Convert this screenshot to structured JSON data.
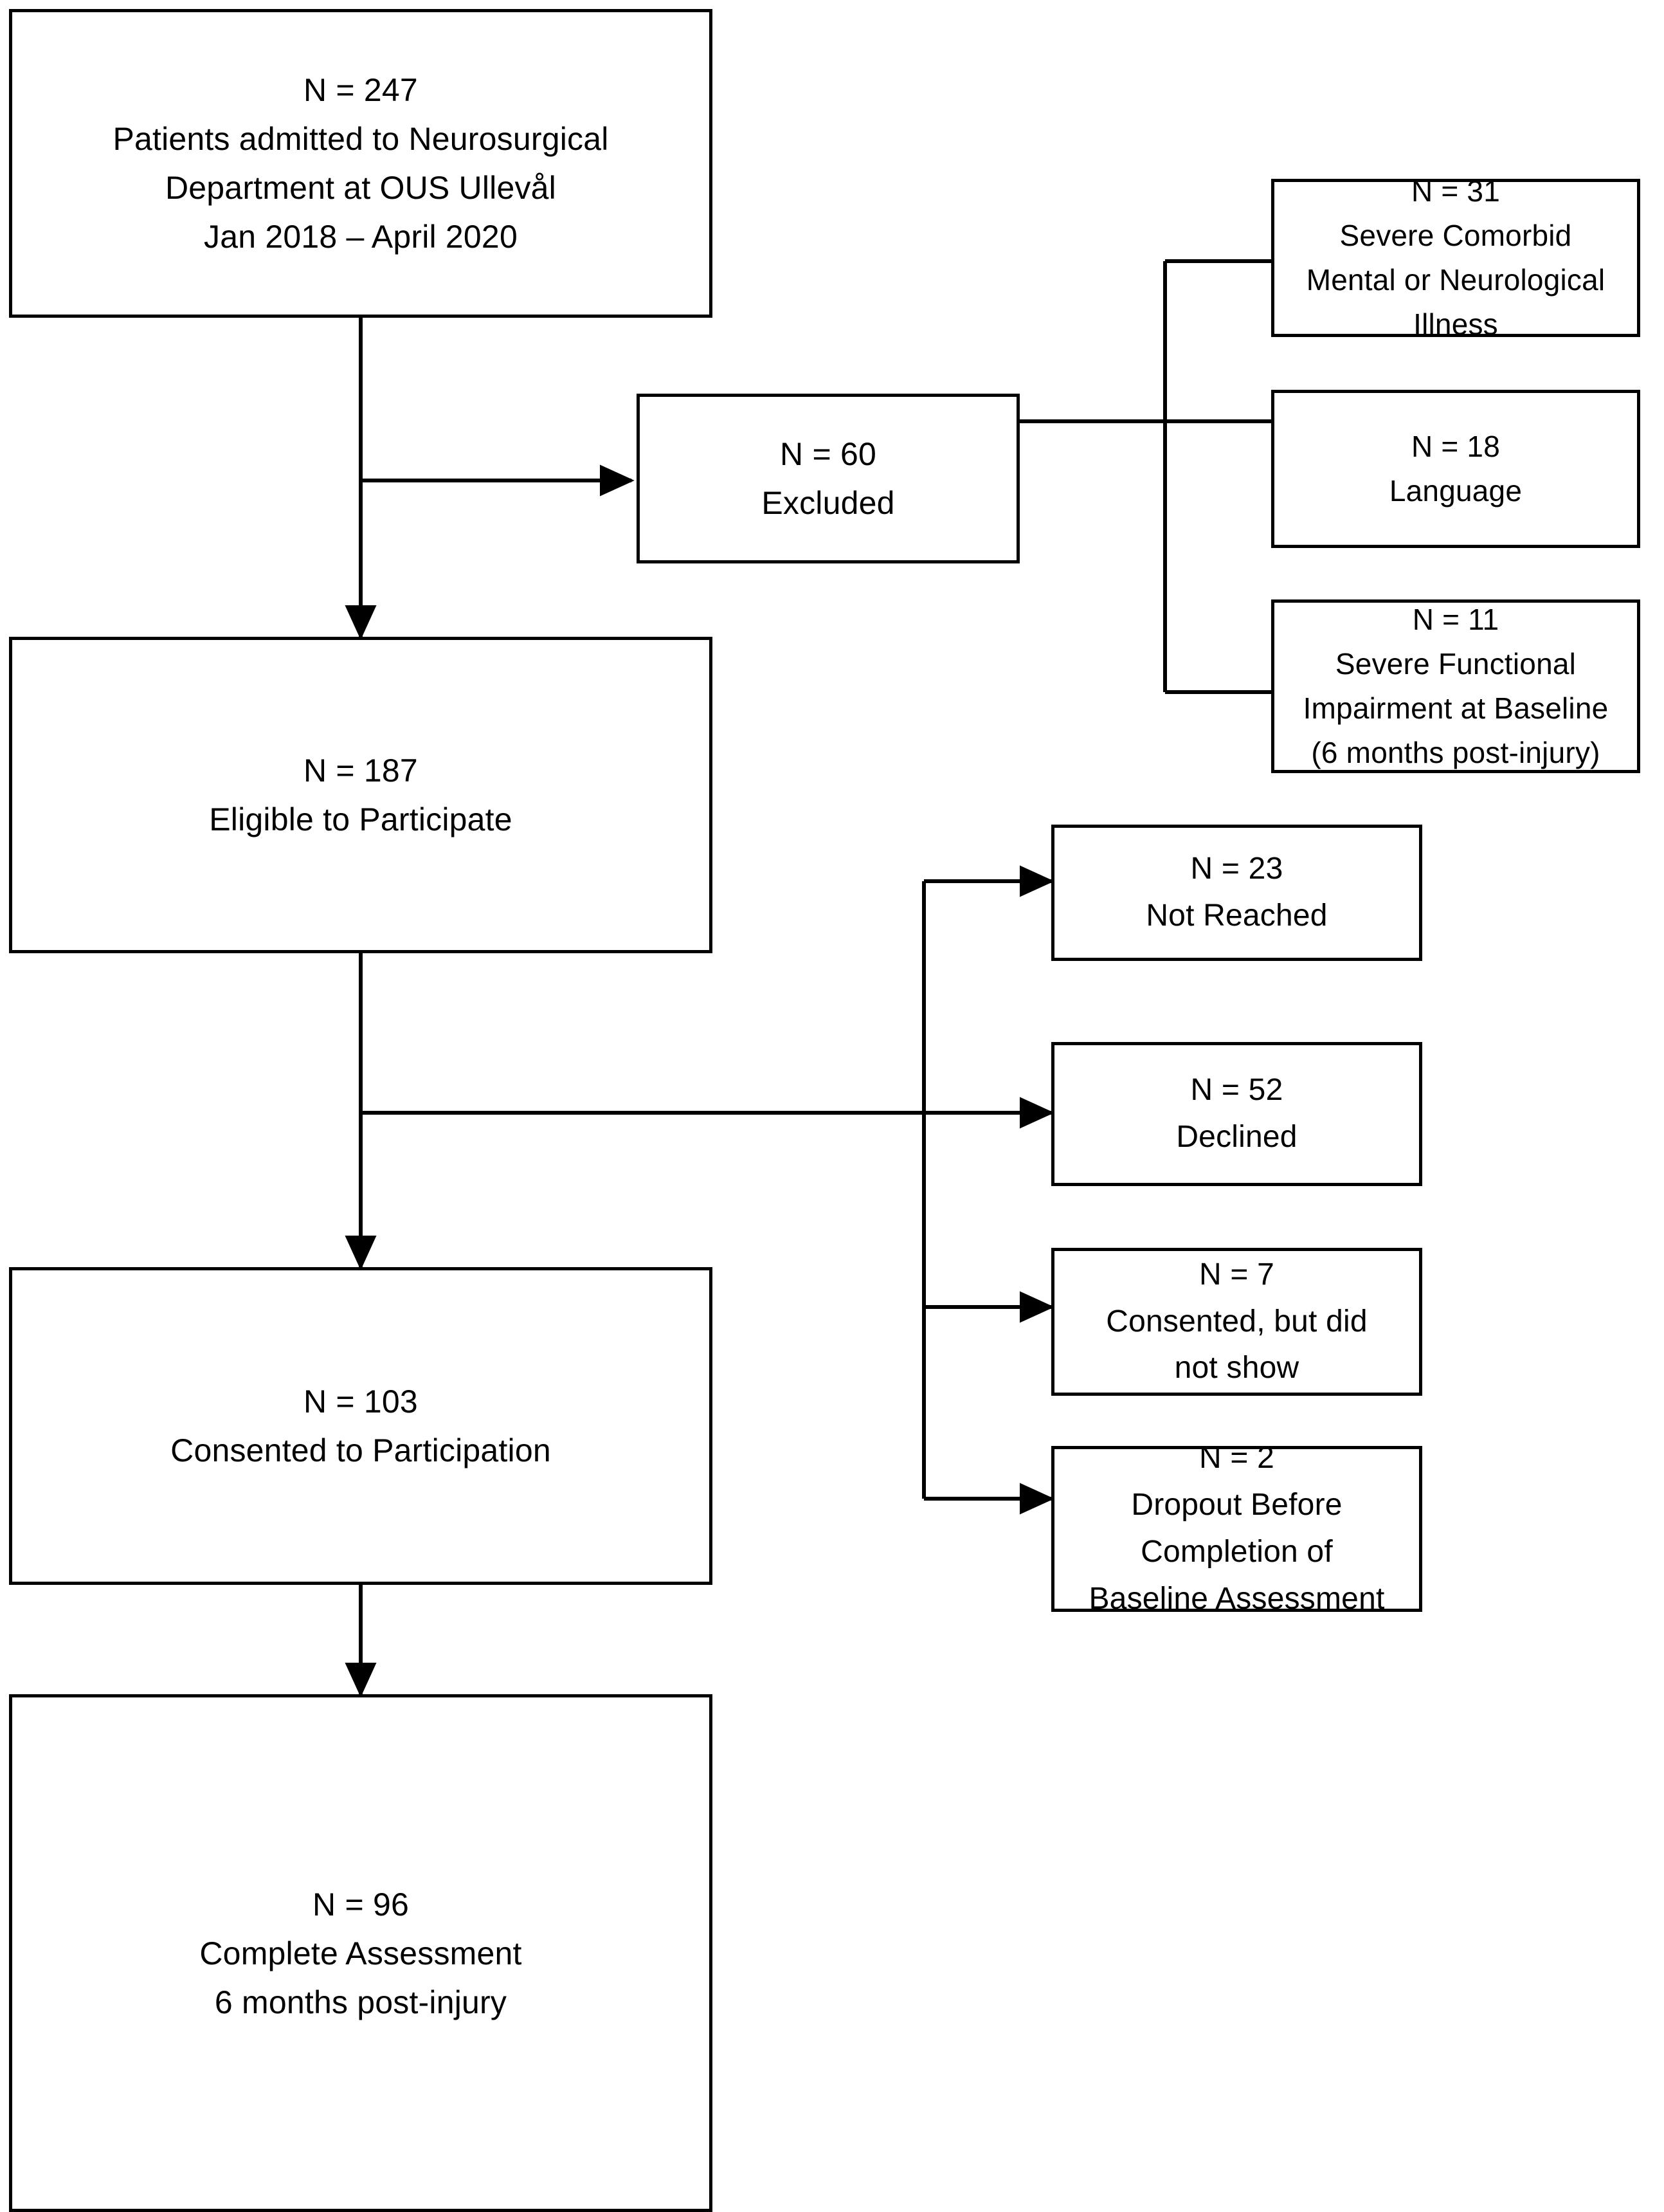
{
  "diagram": {
    "type": "participant-flow-chart",
    "title": "Study participant flow diagram",
    "background_color": "#ffffff",
    "line_color": "#000000",
    "text_color": "#000000"
  },
  "nodes": {
    "admitted": {
      "id": "admitted",
      "lines": [
        "N = 247",
        "Patients admitted to Neurosurgical",
        "Department at OUS Ullevål",
        "Jan 2018 – April 2020"
      ],
      "count": 247
    },
    "excluded": {
      "id": "excluded",
      "lines": [
        "N = 60",
        "Excluded"
      ],
      "count": 60
    },
    "excl_comorbid": {
      "id": "excl-comorbid",
      "lines": [
        "N = 31",
        "Severe Comorbid",
        "Mental or Neurological",
        "Illness"
      ],
      "count": 31
    },
    "excl_language": {
      "id": "excl-language",
      "lines": [
        "N = 18",
        "Language"
      ],
      "count": 18
    },
    "excl_impairment": {
      "id": "excl-impairment",
      "lines": [
        "N = 11",
        "Severe Functional",
        "Impairment at Baseline",
        "(6 months post-injury)"
      ],
      "count": 11
    },
    "eligible": {
      "id": "eligible",
      "lines": [
        "N = 187",
        "Eligible to Participate"
      ],
      "count": 187
    },
    "not_reached": {
      "id": "not-reached",
      "lines": [
        "N = 23",
        "Not Reached"
      ],
      "count": 23
    },
    "declined": {
      "id": "declined",
      "lines": [
        "N = 52",
        "Declined"
      ],
      "count": 52
    },
    "no_show": {
      "id": "no-show",
      "lines": [
        "N = 7",
        "Consented, but did",
        "not show"
      ],
      "count": 7
    },
    "dropout": {
      "id": "dropout",
      "lines": [
        "N = 2",
        "Dropout Before",
        "Completion of",
        "Baseline Assessment"
      ],
      "count": 2
    },
    "consented": {
      "id": "consented",
      "lines": [
        "N = 103",
        "Consented to Participation"
      ],
      "count": 103
    },
    "complete": {
      "id": "complete",
      "lines": [
        "N = 96",
        "Complete Assessment",
        "6 months post-injury"
      ],
      "count": 96
    }
  },
  "flow": {
    "main_sequence": [
      247,
      187,
      103,
      96
    ],
    "exclusion_branch": {
      "total": 60,
      "reasons": [
        31,
        18,
        11
      ]
    },
    "non_participation_branch": {
      "reasons": [
        23,
        52,
        7,
        2
      ]
    }
  }
}
